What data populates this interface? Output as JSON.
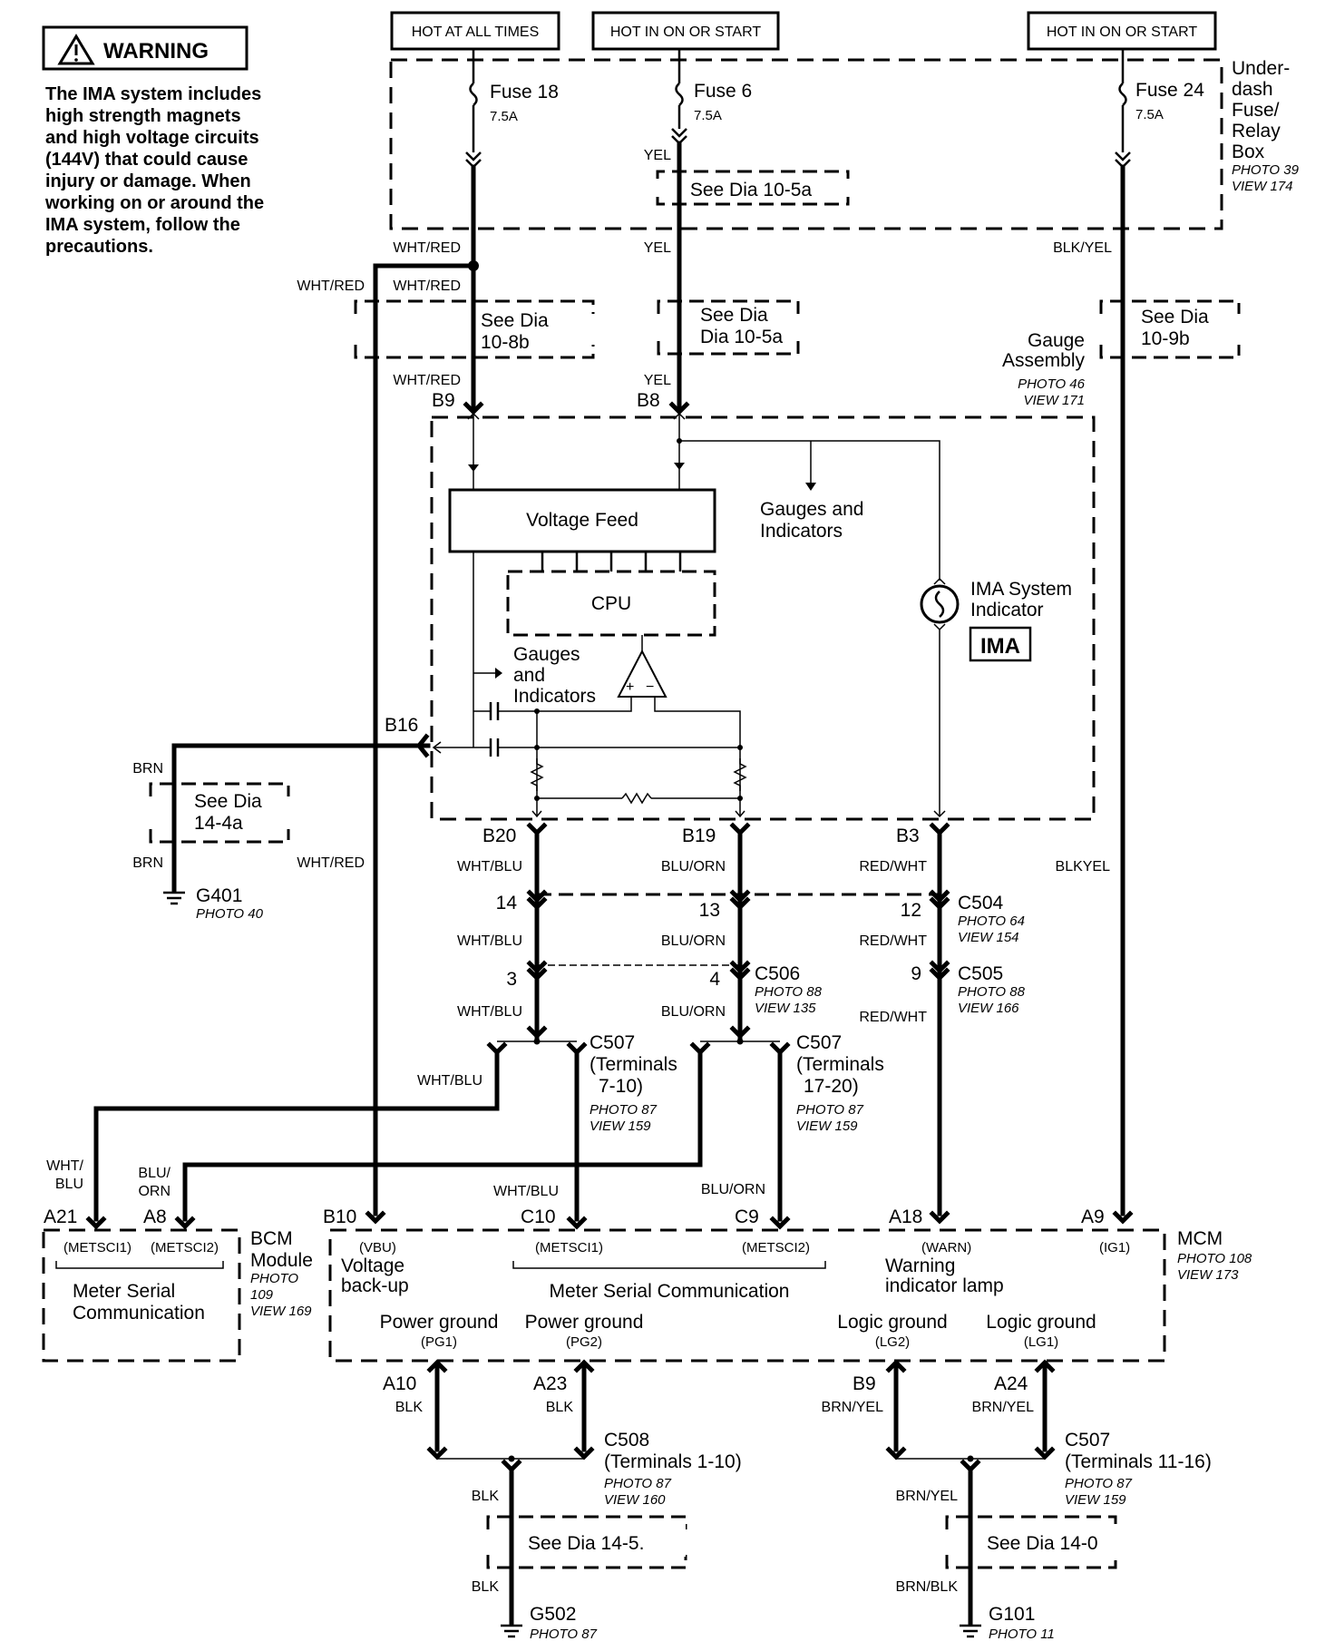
{
  "warning": {
    "title": "WARNING",
    "lines": [
      "The IMA system includes",
      "high strength magnets",
      "and high voltage circuits",
      "(144V) that could cause",
      "injury or damage. When",
      "working on or around the",
      "IMA system, follow the",
      "precautions."
    ]
  },
  "sources": {
    "hot_all_times": "HOT AT ALL TIMES",
    "hot_on_start_1": "HOT IN ON OR START",
    "hot_on_start_2": "HOT IN ON OR START"
  },
  "fuse_box": {
    "lines": [
      "Under-",
      "dash",
      "Fuse/",
      "Relay",
      "Box"
    ],
    "photo": "PHOTO 39",
    "view": "VIEW 174",
    "fuses": [
      {
        "name": "Fuse 18",
        "rating": "7.5A"
      },
      {
        "name": "Fuse 6",
        "rating": "7.5A"
      },
      {
        "name": "Fuse 24",
        "rating": "7.5A"
      }
    ]
  },
  "refs": {
    "dia_10_5a_top": "See Dia 10-5a",
    "dia_10_8b": [
      "See Dia",
      "10-8b"
    ],
    "dia_10_5a_mid": [
      "See  Dia",
      "Dia 10-5a"
    ],
    "dia_10_9b": [
      "See  Dia",
      "10-9b"
    ],
    "dia_14_4a": [
      "See Dia",
      "14-4a"
    ],
    "dia_14_5": "See  Dia  14-5.",
    "dia_14_0": "See  Dia 14-0"
  },
  "wires": {
    "yel": "YEL",
    "wht_red": "WHT/RED",
    "blk_yel": "BLK/YEL",
    "blkyel": "BLKYEL",
    "brn": "BRN",
    "wht_blu": "WHT/BLU",
    "blu_orn": "BLU/ORN",
    "red_wht": "RED/WHT",
    "wht_blu_split": [
      "WHT/",
      "BLU"
    ],
    "blu_orn_split": [
      "BLU/",
      "ORN"
    ],
    "blk": "BLK",
    "brn_yel": "BRN/YEL",
    "brn_blk": "BRN/BLK"
  },
  "gauge": {
    "title": [
      "Gauge",
      "Assembly"
    ],
    "photo": "PHOTO 46",
    "view": "VIEW 171",
    "voltage_feed": "Voltage Feed",
    "cpu": "CPU",
    "gauges_top": [
      "Gauges and",
      "Indicators"
    ],
    "gauges_mid": [
      "Gauges",
      "and",
      "Indicators"
    ],
    "ima_label": [
      "IMA System",
      "Indicator"
    ],
    "ima_badge": "IMA",
    "amp_plus": "+",
    "amp_minus": "−"
  },
  "pins": {
    "b9": "B9",
    "b8": "B8",
    "b16": "B16",
    "b20": "B20",
    "b19": "B19",
    "b3": "B3",
    "p14": "14",
    "p13": "13",
    "p12": "12",
    "p3": "3",
    "p4": "4",
    "p9": "9",
    "a21": "A21",
    "a8": "A8",
    "b10": "B10",
    "c10": "C10",
    "c9": "C9",
    "a18": "A18",
    "a9": "A9",
    "a10": "A10",
    "a23": "A23",
    "b9b": "B9",
    "a24": "A24"
  },
  "connectors": {
    "c504": {
      "name": "C504",
      "photo": "PHOTO 64",
      "view": "VIEW 154"
    },
    "c506": {
      "name": "C506",
      "photo": "PHOTO 88",
      "view": "VIEW 135"
    },
    "c505": {
      "name": "C505",
      "photo": "PHOTO 88",
      "view": "VIEW 166"
    },
    "c507a": {
      "lines": [
        "C507",
        "(Terminals",
        "7-10)"
      ],
      "photo": "PHOTO 87",
      "view": "VIEW 159"
    },
    "c507b": {
      "lines": [
        "C507",
        "(Terminals",
        "17-20)"
      ],
      "photo": "PHOTO 87",
      "view": "VIEW 159"
    },
    "c508": {
      "lines": [
        "C508",
        "(Terminals 1-10)"
      ],
      "photo": "PHOTO 87",
      "view": "VIEW 160"
    },
    "c507c": {
      "lines": [
        "C507",
        "(Terminals 11-16)"
      ],
      "photo": "PHOTO 87",
      "view": "VIEW 159"
    }
  },
  "grounds": {
    "g401": {
      "name": "G401",
      "photo": "PHOTO 40"
    },
    "g502": {
      "name": "G502",
      "photo": "PHOTO 87"
    },
    "g101": {
      "name": "G101",
      "photo": "PHOTO 11"
    }
  },
  "bcm": {
    "title": [
      "BCM",
      "Module"
    ],
    "photo": [
      "PHOTO",
      "109"
    ],
    "view": "VIEW 169",
    "sig1": "(METSCI1)",
    "sig2": "(METSCI2)",
    "func": [
      "Meter Serial",
      "Communication"
    ]
  },
  "mcm": {
    "title": "MCM",
    "photo": "PHOTO 108",
    "view": "VIEW 173",
    "vbu": "(VBU)",
    "vbu_desc": [
      "Voltage",
      "back-up"
    ],
    "metsci1": "(METSCI1)",
    "metsci2": "(METSCI2)",
    "msc": "Meter Serial Communication",
    "warn": "(WARN)",
    "warn_desc": [
      "Warning",
      "indicator lamp"
    ],
    "ig1": "(IG1)",
    "pg1": "Power ground",
    "pg1_code": "(PG1)",
    "pg2": "Power ground",
    "pg2_code": "(PG2)",
    "lg2": "Logic ground",
    "lg2_code": "(LG2)",
    "lg1": "Logic ground",
    "lg1_code": "(LG1)"
  }
}
